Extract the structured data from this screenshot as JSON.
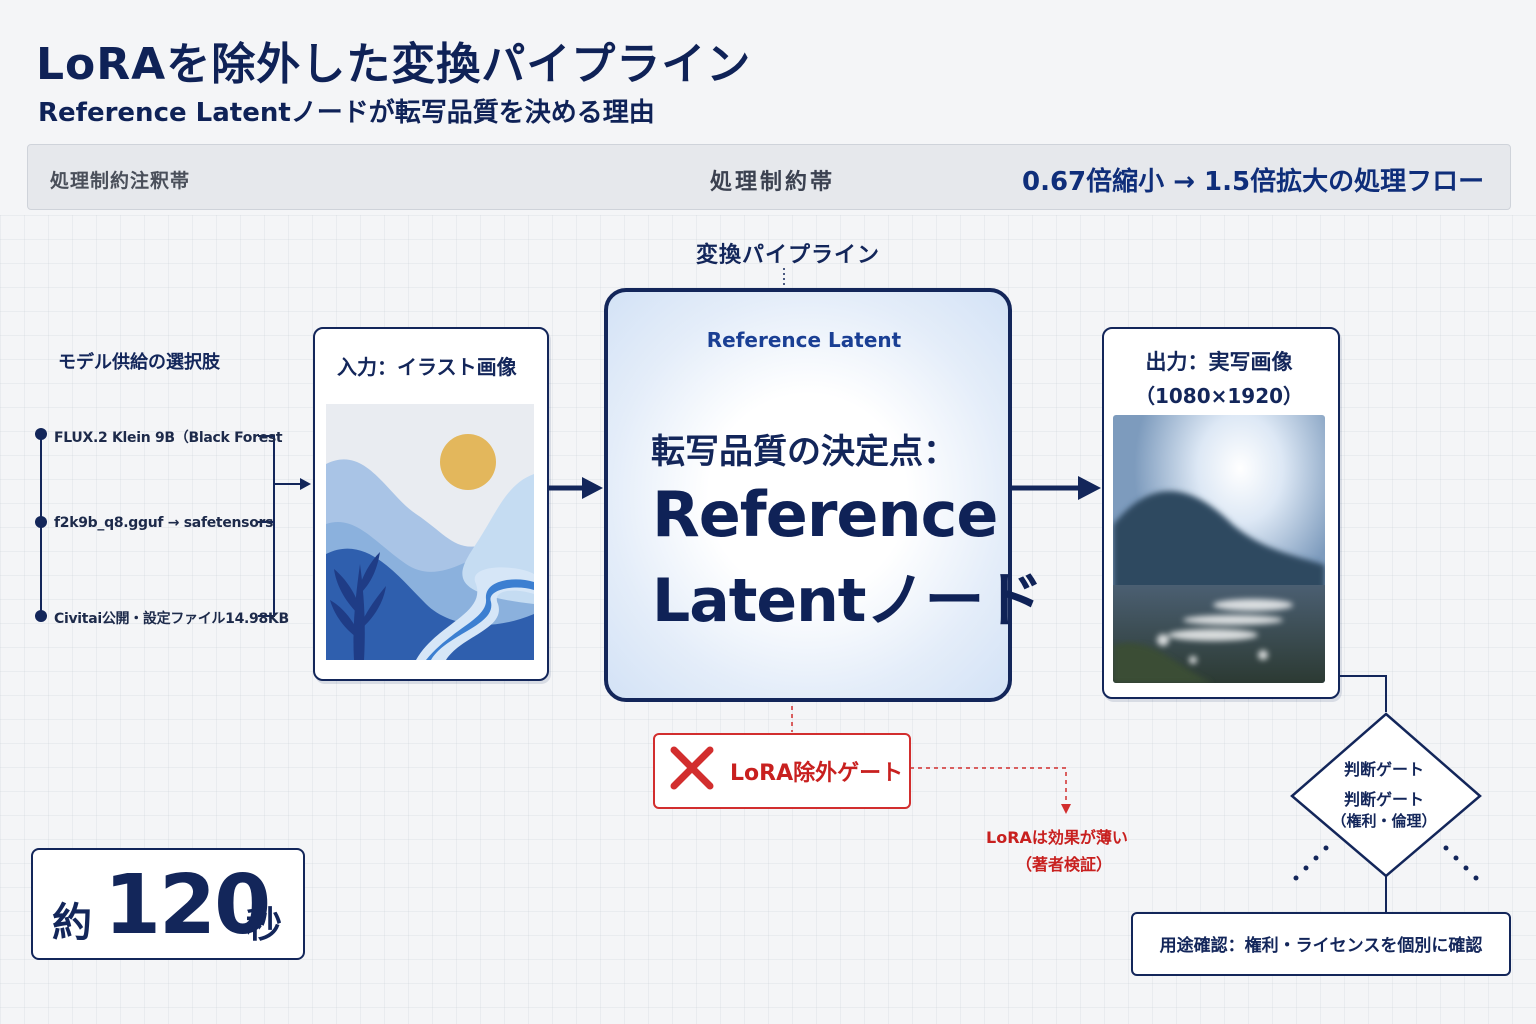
{
  "header": {
    "title": "LoRAを除外した変換パイプライン",
    "subtitle": "Reference Latentノードが転写品質を決める理由"
  },
  "band": {
    "left": "処理制約注釈帯",
    "center": "処理制約帯",
    "right": "0.67倍縮小 → 1.5倍拡大の処理フロー"
  },
  "pipeline_label": "変換パイプライン",
  "models": {
    "heading": "モデル供給の選択肢",
    "items": [
      "FLUX.2 Klein 9B（Black Forest",
      "f2k9b_q8.gguf → safetensors",
      "Civitai公開・設定ファイル14.98KB"
    ]
  },
  "input": {
    "title": "入力：イラスト画像"
  },
  "center": {
    "tag": "Reference Latent",
    "pre": "転写品質の決定点：",
    "main_line1": "Reference",
    "main_line2": "Latentノード"
  },
  "output": {
    "title": "出力：実写画像",
    "resolution": "（1080×1920）"
  },
  "lora_gate": {
    "label": "LoRA除外ゲート",
    "note_line1": "LoRAは効果が薄い",
    "note_line2": "（著者検証）"
  },
  "time": {
    "prefix": "約",
    "number": "120",
    "suffix": "秒"
  },
  "decision": {
    "line1": "判断ゲート",
    "line2": "判断ゲート",
    "line3": "（権利・倫理）"
  },
  "usage": {
    "text": "用途確認：権利・ライセンスを個別に確認"
  },
  "colors": {
    "navy": "#13265a",
    "accent_blue": "#1a3f94",
    "red": "#c8201f",
    "band_bg": "#e6e8ec"
  }
}
